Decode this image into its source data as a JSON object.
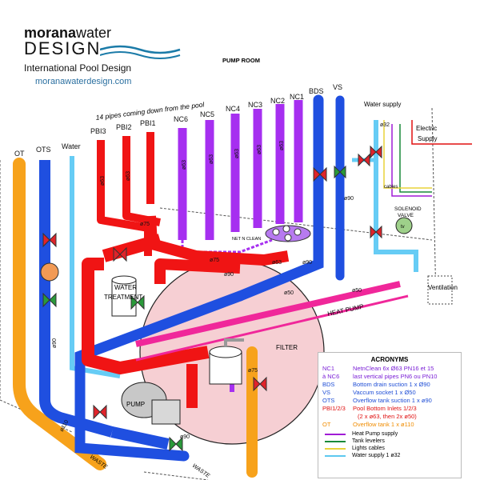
{
  "logo": {
    "brand_bold": "morana",
    "brand_light": "water",
    "design": "DESIGN",
    "subtitle": "International Pool Design",
    "website": "moranawaterdesign.com"
  },
  "title": "PUMP ROOM",
  "annotation_pipes": "14 pipes coming down from the pool",
  "pipe_labels": {
    "ot": "OT",
    "ots": "OTS",
    "water": "Water",
    "pbi3": "PBI3",
    "pbi2": "PBI2",
    "pbi1": "PBI1",
    "nc6": "NC6",
    "nc5": "NC5",
    "nc4": "NC4",
    "nc3": "NC3",
    "nc2": "NC2",
    "nc1": "NC1",
    "bds": "BDS",
    "vs": "VS"
  },
  "dims": {
    "o32": "ø32",
    "o63": "ø63",
    "o75": "ø75",
    "o90": "ø90",
    "o50": "ø50",
    "o110": "ø110"
  },
  "labels": {
    "water_supply": "Water supply",
    "electric": "Electric",
    "supply": "Supply",
    "cables": "cables",
    "solenoid": "SOLENOID",
    "valve": "VALVE",
    "valve_tag": "tv",
    "net_n_clean": "NET N CLEAN",
    "water_treatment_1": "WATER",
    "water_treatment_2": "TREATMENT",
    "ventilation": "Ventilation",
    "heat_pump": "HEAT PUMP",
    "filter": "FILTER",
    "pump": "PUMP",
    "waste": "WASTE"
  },
  "acronyms": {
    "heading": "ACRONYMS",
    "rows": [
      {
        "code": "NC1",
        "desc": "NetnClean 6x Ø63 PN16 et 15",
        "color": "#7a1fd6"
      },
      {
        "code": "à NC6",
        "desc": "last vertical pipes PN6 ou PN10",
        "color": "#7a1fd6"
      },
      {
        "code": "BDS",
        "desc": "Bottom drain suction 1 x Ø90",
        "color": "#1f4ed6"
      },
      {
        "code": "VS",
        "desc": "Vaccum socket 1 x  Ø50",
        "color": "#1f4ed6"
      },
      {
        "code": "OTS",
        "desc": "Overflow tank suction 1 x ø90",
        "color": "#1f4ed6"
      },
      {
        "code": "PBI1/2/3",
        "desc": "Pool Bottom Inlets 1/2/3",
        "color": "#e01010"
      },
      {
        "code": "",
        "desc": "(2 x ø63, then 2x ø50)",
        "color": "#e01010"
      },
      {
        "code": "OT",
        "desc": "Overflow tank 1 x ø110",
        "color": "#f08c00"
      }
    ],
    "legend": [
      {
        "label": "Heat Pump supply",
        "color": "#a01bd6"
      },
      {
        "label": "Tank levelers",
        "color": "#1a8a3a"
      },
      {
        "label": "Lights cables",
        "color": "#e8d33a"
      },
      {
        "label": "Water supply 1 ø32",
        "color": "#5ec8f0"
      }
    ]
  },
  "colors": {
    "red": "#f01414",
    "purple": "#a62ff0",
    "blue": "#1f4fe0",
    "light_blue": "#66ccf5",
    "orange": "#f7a21b",
    "pink": "#f0279a",
    "filter_fill": "#f6cfd3",
    "valve_red": "#e0232a",
    "valve_green": "#2a9a3a"
  }
}
